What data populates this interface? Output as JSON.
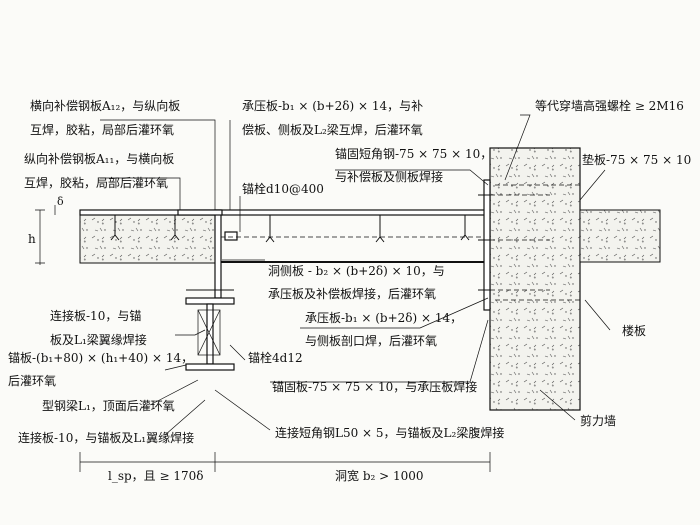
{
  "labels": {
    "l1a": "横向补偿钢板A₁₂，与纵向板",
    "l1b": "互焊，胶粘，局部后灌环氧",
    "l2a": "纵向补偿钢板A₁₁，与横向板",
    "l2b": "互焊，胶粘，局部后灌环氧",
    "l3a": "承压板-b₁ × (b+2δ) × 14，与补",
    "l3b": "偿板、侧板及L₂梁互焊，后灌环氧",
    "l4": "等代穿墙高强螺栓 ≥ 2M16",
    "l5a": "锚固短角钢-75 × 75 × 10，",
    "l5b": "与补偿板及侧板焊接",
    "l6": "垫板-75 × 75 × 10",
    "l7": "锚栓d10@400",
    "l8a": "洞侧板 - b₂ × (b+2δ) × 10，与",
    "l8b": "承压板及补偿板焊接，后灌环氧",
    "l9a": "连接板-10，与锚",
    "l9b": "板及L₁梁翼缘焊接",
    "l10a": "承压板-b₁ × (b+2δ) × 14，",
    "l10b": "与侧板剖口焊，后灌环氧",
    "l11": "楼板",
    "l12a": "锚板-(b₁+80) × (h₁+40) × 14，",
    "l12b": "后灌环氧",
    "l13": "锚栓4d12",
    "l14": "锚固板-75 × 75 × 10，与承压板焊接",
    "l15": "型钢梁L₁，顶面后灌环氧",
    "l16": "剪力墙",
    "l17": "连接板-10，与锚板及L₁翼缘焊接",
    "l18": "连接短角钢L50 × 5，与锚板及L₂梁腹焊接",
    "dim_left": "l_sp，且 ≥ 170δ",
    "dim_right": "洞宽 b₂ > 1000",
    "dim_h": "h",
    "dim_delta": "δ"
  }
}
